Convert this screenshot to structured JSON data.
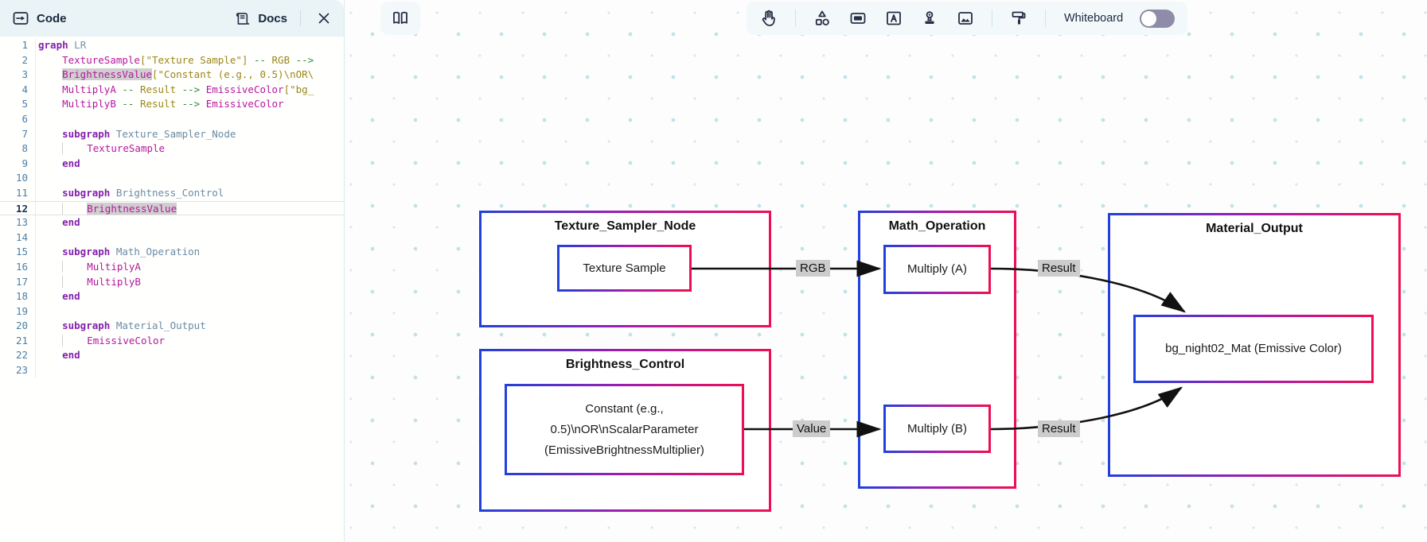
{
  "editor": {
    "tab_label": "Code",
    "docs_label": "Docs",
    "lines": [
      {
        "n": 1,
        "tokens": [
          [
            "kw",
            "graph"
          ],
          [
            "pln",
            " LR"
          ]
        ]
      },
      {
        "n": 2,
        "tokens": [
          [
            "pln",
            "    "
          ],
          [
            "id",
            "TextureSample"
          ],
          [
            "str",
            "[\"Texture Sample\"]"
          ],
          [
            "op",
            " -- "
          ],
          [
            "lbl",
            "RGB"
          ],
          [
            "op",
            " -->"
          ]
        ]
      },
      {
        "n": 3,
        "tokens": [
          [
            "pln",
            "    "
          ],
          [
            "id hl",
            "BrightnessValue"
          ],
          [
            "str",
            "[\"Constant (e.g., 0.5)\\nOR\\"
          ]
        ]
      },
      {
        "n": 4,
        "tokens": [
          [
            "pln",
            "    "
          ],
          [
            "id",
            "MultiplyA"
          ],
          [
            "op",
            " -- "
          ],
          [
            "lbl",
            "Result"
          ],
          [
            "op",
            " --> "
          ],
          [
            "id",
            "EmissiveColor"
          ],
          [
            "str",
            "[\"bg_"
          ]
        ]
      },
      {
        "n": 5,
        "tokens": [
          [
            "pln",
            "    "
          ],
          [
            "id",
            "MultiplyB"
          ],
          [
            "op",
            " -- "
          ],
          [
            "lbl",
            "Result"
          ],
          [
            "op",
            " --> "
          ],
          [
            "id",
            "EmissiveColor"
          ]
        ]
      },
      {
        "n": 6,
        "tokens": []
      },
      {
        "n": 7,
        "tokens": [
          [
            "pln",
            "    "
          ],
          [
            "kw",
            "subgraph"
          ],
          [
            "sub",
            " Texture_Sampler_Node"
          ]
        ]
      },
      {
        "n": 8,
        "tokens": [
          [
            "pln",
            "    "
          ],
          [
            "guide",
            "    "
          ],
          [
            "id",
            "TextureSample"
          ]
        ]
      },
      {
        "n": 9,
        "tokens": [
          [
            "pln",
            "    "
          ],
          [
            "kw",
            "end"
          ]
        ]
      },
      {
        "n": 10,
        "tokens": []
      },
      {
        "n": 11,
        "tokens": [
          [
            "pln",
            "    "
          ],
          [
            "kw",
            "subgraph"
          ],
          [
            "sub",
            " Brightness_Control"
          ]
        ]
      },
      {
        "n": 12,
        "current": true,
        "tokens": [
          [
            "pln",
            "    "
          ],
          [
            "guide",
            "    "
          ],
          [
            "id hl",
            "BrightnessValue"
          ]
        ]
      },
      {
        "n": 13,
        "tokens": [
          [
            "pln",
            "    "
          ],
          [
            "kw",
            "end"
          ]
        ]
      },
      {
        "n": 14,
        "tokens": []
      },
      {
        "n": 15,
        "tokens": [
          [
            "pln",
            "    "
          ],
          [
            "kw",
            "subgraph"
          ],
          [
            "sub",
            " Math_Operation"
          ]
        ]
      },
      {
        "n": 16,
        "tokens": [
          [
            "pln",
            "    "
          ],
          [
            "guide",
            "    "
          ],
          [
            "id",
            "MultiplyA"
          ]
        ]
      },
      {
        "n": 17,
        "tokens": [
          [
            "pln",
            "    "
          ],
          [
            "guide",
            "    "
          ],
          [
            "id",
            "MultiplyB"
          ]
        ]
      },
      {
        "n": 18,
        "tokens": [
          [
            "pln",
            "    "
          ],
          [
            "kw",
            "end"
          ]
        ]
      },
      {
        "n": 19,
        "tokens": []
      },
      {
        "n": 20,
        "tokens": [
          [
            "pln",
            "    "
          ],
          [
            "kw",
            "subgraph"
          ],
          [
            "sub",
            " Material_Output"
          ]
        ]
      },
      {
        "n": 21,
        "tokens": [
          [
            "pln",
            "    "
          ],
          [
            "guide",
            "    "
          ],
          [
            "id",
            "EmissiveColor"
          ]
        ]
      },
      {
        "n": 22,
        "tokens": [
          [
            "pln",
            "    "
          ],
          [
            "kw",
            "end"
          ]
        ]
      },
      {
        "n": 23,
        "tokens": []
      }
    ]
  },
  "toolbar": {
    "icons": [
      "pan-hand",
      "shapes",
      "frame",
      "text-box",
      "stamp",
      "image",
      "paint-roller"
    ],
    "whiteboard_label": "Whiteboard",
    "whiteboard_on": false
  },
  "diagram": {
    "texture_sampler": {
      "title": "Texture_Sampler_Node",
      "node": "Texture Sample"
    },
    "brightness_control": {
      "title": "Brightness_Control",
      "node": "Constant (e.g., 0.5)\\nOR\\nScalarParameter (EmissiveBrightnessMultiplier)"
    },
    "math_operation": {
      "title": "Math_Operation",
      "node_a": "Multiply (A)",
      "node_b": "Multiply (B)"
    },
    "material_output": {
      "title": "Material_Output",
      "node": "bg_night02_Mat (Emissive Color)"
    },
    "edge_labels": {
      "rgb": "RGB",
      "value": "Value",
      "result_a": "Result",
      "result_b": "Result"
    },
    "colors": {
      "border_gradient_start": "#2240dd",
      "border_gradient_mid": "#a21caf",
      "border_gradient_end": "#ef0e54",
      "edge": "#111111",
      "label_bg": "#cccccc"
    }
  }
}
